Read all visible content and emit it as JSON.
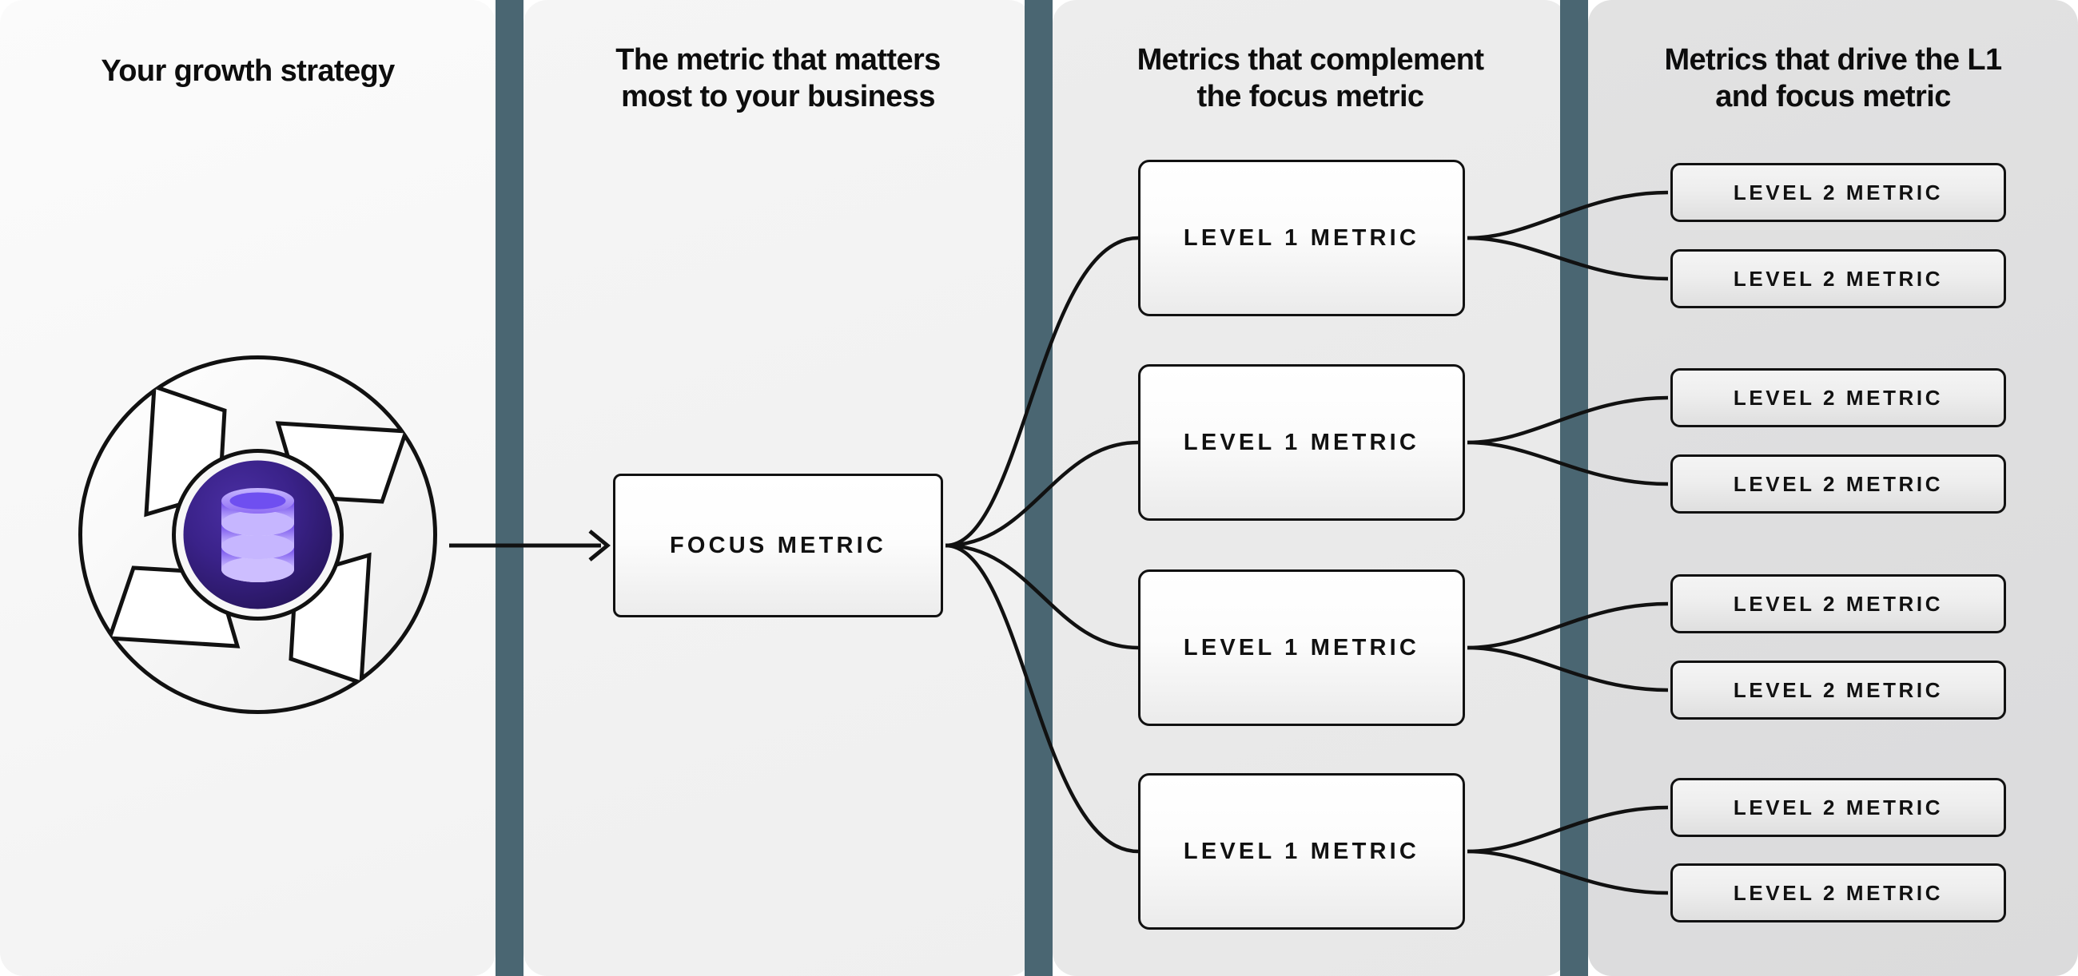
{
  "columns": [
    {
      "id": "growth-strategy",
      "heading": "Your growth strategy"
    },
    {
      "id": "focus-metric",
      "heading": "The metric that matters\nmost to your business"
    },
    {
      "id": "complement",
      "heading": "Metrics that complement\nthe focus metric"
    },
    {
      "id": "drivers",
      "heading": "Metrics that drive the L1\nand focus metric"
    }
  ],
  "headings": {
    "col1": "Your growth strategy",
    "col2_line1": "The metric that matters",
    "col2_line2": "most to your business",
    "col3_line1": "Metrics that complement",
    "col3_line2": "the focus metric",
    "col4_line1": "Metrics that drive the L1",
    "col4_line2": "and focus metric"
  },
  "focus_node": {
    "label": "FOCUS METRIC"
  },
  "level1_nodes": [
    {
      "label": "LEVEL 1 METRIC"
    },
    {
      "label": "LEVEL 1 METRIC"
    },
    {
      "label": "LEVEL 1 METRIC"
    },
    {
      "label": "LEVEL 1 METRIC"
    }
  ],
  "level2_nodes": [
    {
      "label": "LEVEL 2 METRIC"
    },
    {
      "label": "LEVEL 2 METRIC"
    },
    {
      "label": "LEVEL 2 METRIC"
    },
    {
      "label": "LEVEL 2 METRIC"
    },
    {
      "label": "LEVEL 2 METRIC"
    },
    {
      "label": "LEVEL 2 METRIC"
    },
    {
      "label": "LEVEL 2 METRIC"
    },
    {
      "label": "LEVEL 2 METRIC"
    }
  ],
  "graphic": {
    "name": "database-pinwheel-icon",
    "center_icon": "database-stack-icon",
    "segments": 4
  },
  "colors": {
    "divider": "#4a6672",
    "panel_1": "#f7f7f7",
    "panel_2": "#f2f2f2",
    "panel_3": "#eaeaea",
    "panel_4": "#dedede",
    "node_border": "#111111",
    "text": "#0d0d0d",
    "icon_purple_dark": "#2c1a6b",
    "icon_purple_light": "#b9a8f5",
    "icon_purple_mid": "#7b5cf0"
  }
}
